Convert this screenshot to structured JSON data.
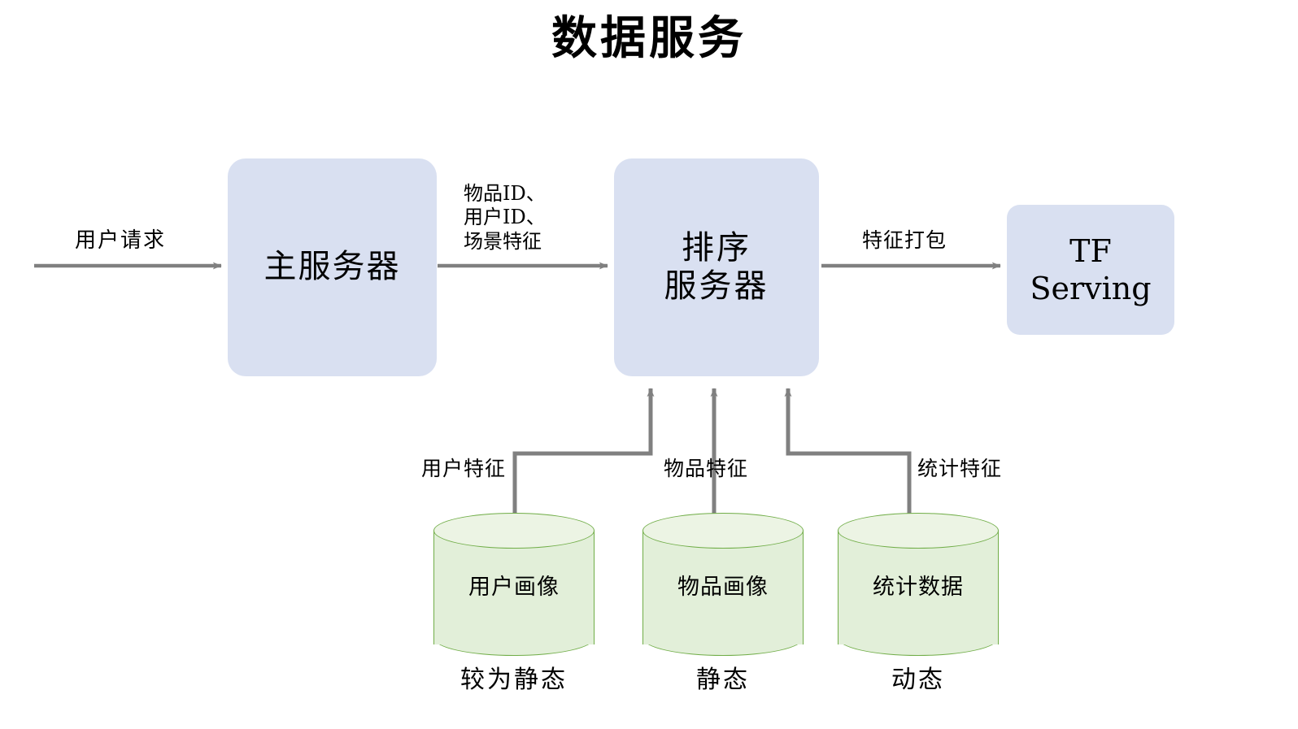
{
  "diagram": {
    "title": "数据服务",
    "background_color": "#ffffff",
    "palette": {
      "process_fill": "#d9e0f1",
      "datastore_fill": "#e2efd9",
      "datastore_top_fill": "#ecf4e4",
      "datastore_stroke": "#70ad47",
      "connector": "#808080",
      "text": "#000000"
    },
    "nodes": {
      "main_server": {
        "label": "主服务器",
        "type": "process"
      },
      "rank_server": {
        "label": "排序\n服务器",
        "type": "process"
      },
      "tf_serving": {
        "label": "TF\nServing",
        "type": "process"
      },
      "user_profile_store": {
        "label": "用户画像",
        "type": "datastore",
        "caption": "较为静态"
      },
      "item_profile_store": {
        "label": "物品画像",
        "type": "datastore",
        "caption": "静态"
      },
      "stat_data_store": {
        "label": "统计数据",
        "type": "datastore",
        "caption": "动态"
      }
    },
    "edges": {
      "user_request": {
        "label": "用户请求",
        "from": "client",
        "to": "main_server"
      },
      "ids_and_scene": {
        "label": "物品ID、\n用户ID、\n场景特征",
        "from": "main_server",
        "to": "rank_server"
      },
      "feature_package": {
        "label": "特征打包",
        "from": "rank_server",
        "to": "tf_serving"
      },
      "user_feature": {
        "label": "用户特征",
        "from": "user_profile_store",
        "to": "rank_server"
      },
      "item_feature": {
        "label": "物品特征",
        "from": "item_profile_store",
        "to": "rank_server"
      },
      "stat_feature": {
        "label": "统计特征",
        "from": "stat_data_store",
        "to": "rank_server"
      }
    }
  }
}
